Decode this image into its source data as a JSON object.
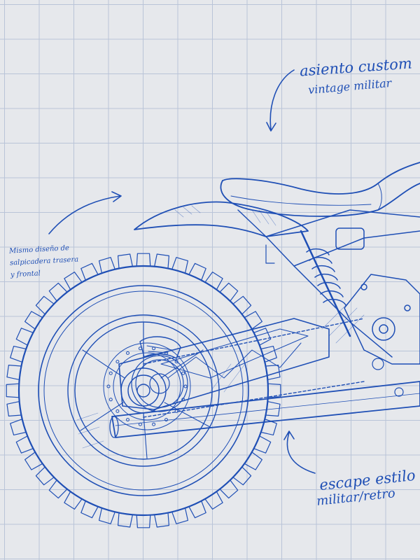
{
  "annotations": {
    "seat_line1": "asiento custom",
    "seat_line2": "vintage militar",
    "fender_line1": "Mismo diseño de",
    "fender_line2": "salpicadera trasera",
    "fender_line3": "y frontal",
    "exhaust_line1": "escape estilo",
    "exhaust_line2": "militar/retro"
  },
  "colors": {
    "ink": "#1f4fb5",
    "paper": "#e6e8ec",
    "grid": "#b9c4d8"
  }
}
